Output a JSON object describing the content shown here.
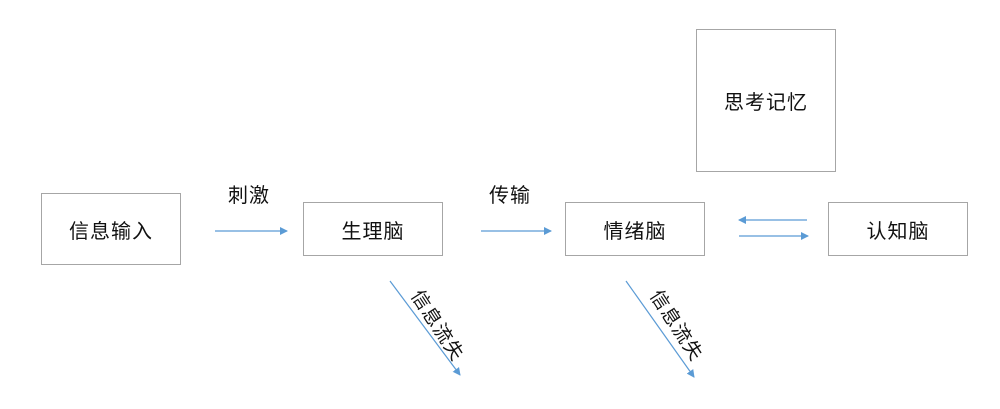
{
  "nodes": {
    "input": "信息输入",
    "physio": "生理脑",
    "emotion": "情绪脑",
    "cognitive": "认知脑",
    "memory": "思考记忆"
  },
  "edges": {
    "stimulus": "刺激",
    "transmit": "传输",
    "loss_1": "信息流失",
    "loss_2": "信息流失"
  },
  "colors": {
    "arrow": "#5b9bd5",
    "border": "#a6a6a6"
  }
}
